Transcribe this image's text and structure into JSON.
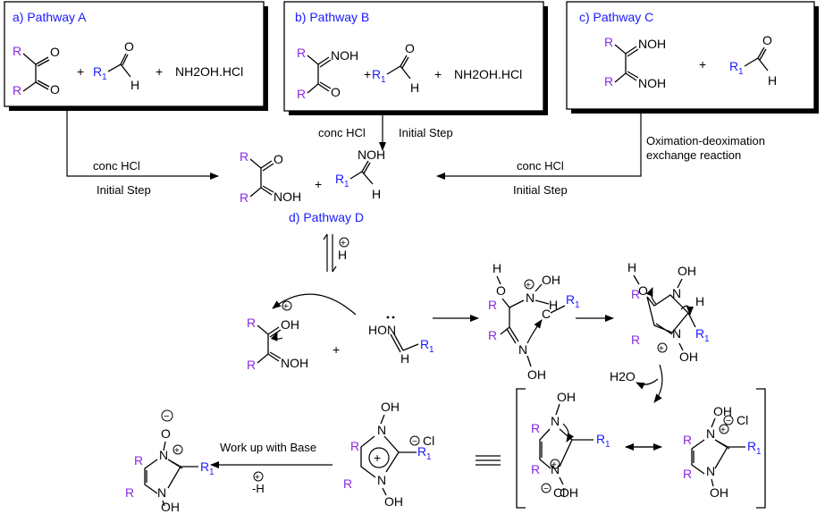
{
  "pathways": {
    "a_title": "a) Pathway A",
    "b_title": "b) Pathway B",
    "c_title": "c) Pathway C",
    "d_title": "d) Pathway D"
  },
  "reagents": {
    "plus": "+",
    "nh2oh_hcl": "NH2OH.HCl",
    "conc_hcl": "conc HCl",
    "initial_step": "Initial Step",
    "oximation_line1": "Oximation-deoximation",
    "oximation_line2": "exchange reaction",
    "h2o": "H2O",
    "work_up": "Work up with Base",
    "minus_h": "-H"
  },
  "atoms": {
    "R": "R",
    "R1": "R",
    "sub1": "1",
    "O": "O",
    "H": "H",
    "NOH": "NOH",
    "OH": "OH",
    "HON": "HON",
    "N": "N",
    "Cl": "Cl",
    "charge_plus": "+",
    "charge_minus": "−"
  }
}
